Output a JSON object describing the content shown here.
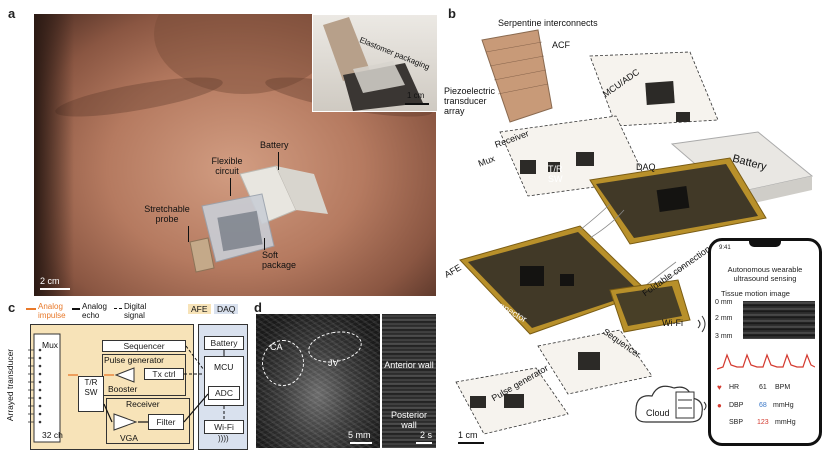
{
  "panels": {
    "a": {
      "letter": "a",
      "inset_label": "Elastomer packaging",
      "inset_scale": "1 cm",
      "labels": {
        "battery": "Battery",
        "flexible_circuit": "Flexible circuit",
        "stretchable_probe": "Stretchable probe",
        "soft_package": "Soft package"
      },
      "scale": "2 cm"
    },
    "b": {
      "letter": "b",
      "labels": {
        "serpentine": "Serpentine interconnects",
        "acf": "ACF",
        "piezo": "Piezoelectric transducer array",
        "mcu_adc": "MCU/ADC",
        "receiver": "Receiver",
        "mux": "Mux",
        "trsw": "T/R SW",
        "daq": "DAQ",
        "battery": "Battery",
        "afe": "AFE",
        "acf_connector": "ACF connector",
        "foldable": "Foldable connection",
        "wifi": "Wi-Fi",
        "sequencer": "Sequencer",
        "pulse_generator": "Pulse generator",
        "cloud": "Cloud"
      },
      "scale": "1 cm",
      "phone": {
        "time": "9:41",
        "title": "Autonomous wearable ultrasound sensing",
        "subtitle": "Tissue motion image",
        "depth_ticks": [
          "0 mm",
          "2 mm",
          "3 mm"
        ],
        "hr_label": "HR",
        "hr_value": "61",
        "hr_unit": "BPM",
        "dbp_label": "DBP",
        "dbp_value": "68",
        "dbp_unit": "mmHg",
        "sbp_label": "SBP",
        "sbp_value": "123",
        "sbp_unit": "mmHg"
      }
    },
    "c": {
      "letter": "c",
      "legend": {
        "analog_impulse": "Analog impulse",
        "analog_echo": "Analog echo",
        "digital_signal": "Digital signal",
        "afe": "AFE",
        "daq": "DAQ"
      },
      "blocks": {
        "mux": "Mux",
        "sequencer": "Sequencer",
        "pulse_generator": "Pulse generator",
        "tx_ctrl": "Tx ctrl",
        "booster": "Booster",
        "trsw": "T/R SW",
        "receiver": "Receiver",
        "vga": "VGA",
        "filter": "Filter",
        "battery": "Battery",
        "mcu": "MCU",
        "adc": "ADC",
        "wifi": "Wi-Fi"
      },
      "side_label": "Arrayed transducer",
      "channels": "32 ch"
    },
    "d": {
      "letter": "d",
      "labels": {
        "ca": "CA",
        "jv": "JV",
        "anterior_wall": "Anterior wall",
        "posterior_wall": "Posterior wall"
      },
      "scale_left": "5 mm",
      "scale_right": "2 s"
    }
  },
  "colors": {
    "afe_fill": "#f7e3b8",
    "daq_fill": "#d9e1ee",
    "analog_impulse": "#e8792a",
    "pcb_gold": "#b8902a",
    "pcb_dark": "#2c2a27",
    "heart_red": "#d33a2f",
    "dbp_blue": "#3a78c8",
    "sbp_red": "#d33a2f"
  }
}
